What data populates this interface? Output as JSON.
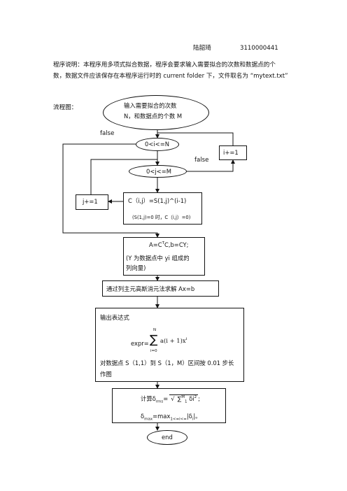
{
  "header": {
    "author": "陆韶琦",
    "student_id": "3110000441"
  },
  "description": {
    "line1": "程序说明：本程序用多项式拟合数据，程序会要求输入需要拟合的次数和数据点的个",
    "line2": "数，数据文件应该保存在本程序运行时的  current folder 下，文件取名为 “mytext.txt”"
  },
  "flowchart": {
    "label": "流程图：",
    "start_line1": "输入需要拟合的次数",
    "start_line2": "N，和数据点的个数 M",
    "false_label_outer": "false",
    "cond_i": "0<i<=N",
    "inc_i": "i+=1",
    "false_label_inner": "false",
    "cond_j": "0<j<=M",
    "inc_j": "j+=1",
    "assign_c": "C（i,j）=S(1,j)^(i-1)",
    "assign_c_note": "(S(1,j)=0 时，C（i,j）=0)",
    "matrix_prefix": "A=C",
    "matrix_sup": "T",
    "matrix_suffix": "C,b=CY;",
    "matrix_note_line1": "(Y 为数据点中 yi 组成的",
    "matrix_note_line2": "列向量)",
    "solve": "通过列主元高斯消元法求解 Ax=b",
    "output_title": "输出表达式",
    "expr_lhs": "expr=",
    "sum_upper": "N",
    "sum_lower": "i=0",
    "sum_symbol": "∑",
    "expr_body": "a(i + 1)x",
    "expr_exp": "i",
    "plot_line1": "对数据点 S（1,1）到 S（1，M）区间按 0.01 步长",
    "plot_line2": "作图",
    "rms_prefix": "计算δ",
    "rms_sub": "rms",
    "rms_eq": "=",
    "rms_sum": "∑",
    "rms_sum_sup": "M",
    "rms_sum_sub": "1",
    "rms_term": "δi",
    "rms_term_sup": "2",
    "rms_tail": ";",
    "max_prefix": "δ",
    "max_sub": "max",
    "max_eq": "=max",
    "max_range": "1<=i<=",
    "max_term": "|δ",
    "max_term_sub": "i",
    "max_tail": "|。",
    "end": "end"
  }
}
